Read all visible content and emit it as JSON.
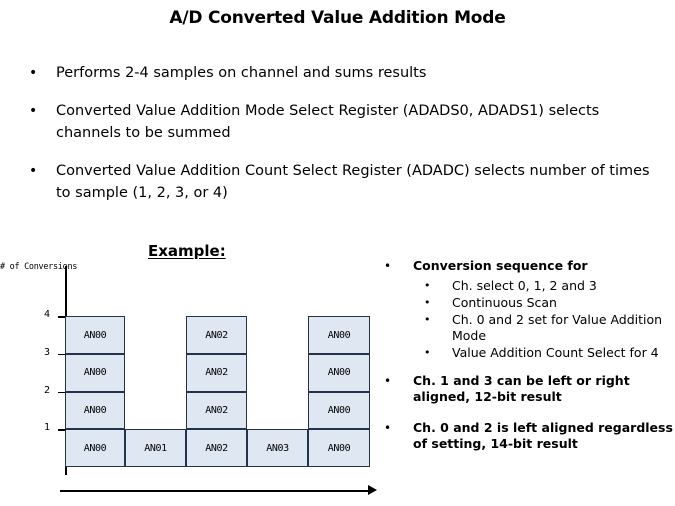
{
  "slide": {
    "title": "A/D Converted Value Addition Mode",
    "bullets": [
      "Performs 2-4 samples on channel and sums results",
      "Converted Value Addition Mode Select Register (ADADS0, ADADS1) selects channels to be summed",
      "Converted Value Addition Count Select Register (ADADC) selects number of times to sample (1, 2, 3, or 4)"
    ],
    "example_heading": "Example:",
    "bullet_glyph": "•"
  },
  "chart_data": {
    "type": "bar",
    "title": "Example:",
    "ylabel": "# of Conversions",
    "xlabel": "",
    "categories": [
      "AN00",
      "AN01",
      "AN02",
      "AN03",
      "AN00"
    ],
    "values": [
      4,
      1,
      4,
      1,
      4
    ],
    "yticks": [
      1,
      2,
      3,
      4
    ],
    "ylim": [
      0,
      4
    ],
    "grid": false,
    "legend": null,
    "cell_fill": "#dfe7f3",
    "cell_border": "#24324a",
    "axis_color": "#000000",
    "columns": [
      {
        "label": "AN00",
        "stack": 4,
        "cells": [
          "AN00",
          "AN00",
          "AN00",
          "AN00"
        ]
      },
      {
        "label": "AN01",
        "stack": 1,
        "cells": [
          "AN01"
        ]
      },
      {
        "label": "AN02",
        "stack": 4,
        "cells": [
          "AN02",
          "AN02",
          "AN02",
          "AN02"
        ]
      },
      {
        "label": "AN03",
        "stack": 1,
        "cells": [
          "AN03"
        ]
      },
      {
        "label": "AN00",
        "stack": 4,
        "cells": [
          "AN00",
          "AN00",
          "AN00",
          "AN00"
        ]
      }
    ],
    "annotations": [
      "time axis arrow pointing right below the chart"
    ]
  },
  "notes": {
    "items": [
      {
        "text": "Conversion sequence for",
        "subs": [
          "Ch. select 0, 1, 2 and 3",
          "Continuous Scan",
          "Ch. 0 and 2 set for Value Addition Mode",
          "Value Addition Count Select for 4"
        ]
      },
      {
        "text": "Ch. 1 and 3 can be left or right aligned, 12-bit result",
        "subs": []
      },
      {
        "text": "Ch. 0 and 2 is left aligned regardless of setting, 14-bit result",
        "subs": []
      }
    ]
  }
}
